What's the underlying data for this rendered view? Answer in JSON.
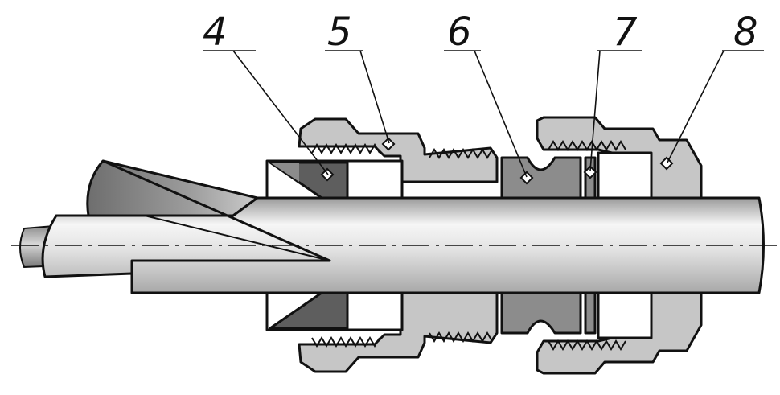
{
  "figure": {
    "callouts": [
      {
        "id": "4",
        "text": "4"
      },
      {
        "id": "5",
        "text": "5"
      },
      {
        "id": "6",
        "text": "6"
      },
      {
        "id": "7",
        "text": "7"
      },
      {
        "id": "8",
        "text": "8"
      }
    ]
  },
  "colors": {
    "outline": "#111111",
    "tube_light": "#d6d6d6",
    "tube_highlight": "#f6f6f6",
    "body_light": "#c6c6c6",
    "ring_mid": "#8c8c8c",
    "cone_dark": "#5e5e5e",
    "background": "#ffffff"
  }
}
